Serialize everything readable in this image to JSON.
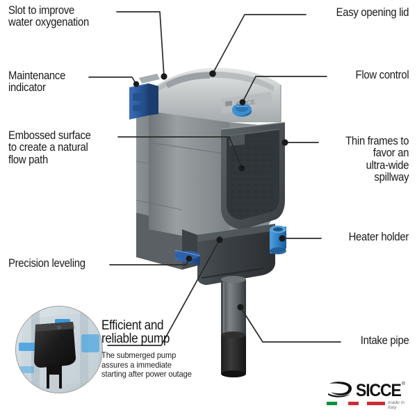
{
  "diagram": {
    "product": "SICCE hang-on aquarium filter cutaway product diagram",
    "callouts": [
      {
        "id": "slot-oxygenation",
        "label": "Slot to improve\nwater oxygenation",
        "side": "left"
      },
      {
        "id": "maintenance-indicator",
        "label": "Maintenance\nindicator",
        "side": "left"
      },
      {
        "id": "embossed-surface",
        "label": "Embossed surface\nto create a natural\nflow path",
        "side": "left"
      },
      {
        "id": "precision-leveling",
        "label": "Precision leveling",
        "side": "left"
      },
      {
        "id": "easy-opening-lid",
        "label": "Easy opening lid",
        "side": "right"
      },
      {
        "id": "flow-control",
        "label": "Flow control",
        "side": "right"
      },
      {
        "id": "thin-frames",
        "label": "Thin frames to\nfavor an\nultra-wide\nspillway",
        "side": "right"
      },
      {
        "id": "heater-holder",
        "label": "Heater holder",
        "side": "right"
      },
      {
        "id": "intake-pipe",
        "label": "Intake pipe",
        "side": "right"
      }
    ],
    "inset": {
      "title": "Efficient and\nreliable pump",
      "body": "The submerged pump\nassures  a immediate\nstarting after power outage",
      "photo_alt": "black submerged pump inside transparent housing"
    },
    "logo": {
      "wordmark": "SICCE",
      "registered": "®",
      "tagline": "made in Italy",
      "flag_colors": [
        "#00923f",
        "#ffffff",
        "#ce2b37"
      ]
    },
    "colors": {
      "text": "#1a1a1a",
      "line": "#2a2a2a",
      "body_light_gray": "#b9bcbd",
      "body_mid_gray": "#8f9496",
      "body_dark": "#3a3e41",
      "accent_blue_dark": "#2b5a9e",
      "accent_blue_bright": "#2f7fc4",
      "sponge_black": "#2b2b2b"
    }
  }
}
